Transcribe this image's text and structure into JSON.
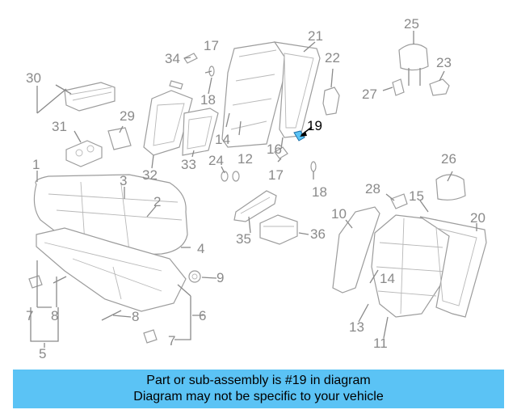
{
  "diagram": {
    "callouts": [
      "1",
      "2",
      "3",
      "4",
      "5",
      "6",
      "7",
      "8",
      "9",
      "10",
      "11",
      "12",
      "13",
      "14",
      "15",
      "16",
      "17",
      "18",
      "19",
      "20",
      "21",
      "22",
      "23",
      "24",
      "25",
      "26",
      "27",
      "28",
      "29",
      "30",
      "31",
      "32",
      "33",
      "34",
      "35",
      "36"
    ],
    "highlighted_part": "19",
    "colors": {
      "callout_text": "#8a8a8a",
      "highlight_text": "#000000",
      "highlight_part": "#5bc3f5",
      "caption_background": "#5bc3f5"
    }
  },
  "caption": {
    "line1": "Part or sub-assembly is #19 in diagram",
    "line2": "Diagram may not be specific to your vehicle"
  }
}
